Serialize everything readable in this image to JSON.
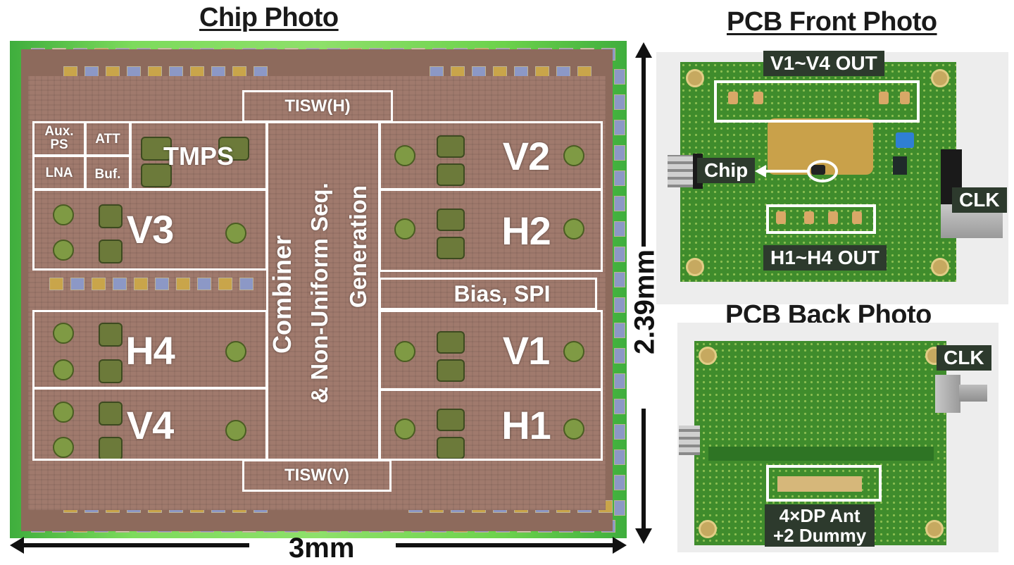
{
  "chip_section": {
    "title": "Chip Photo",
    "blocks": {
      "tisw_h": "TISW(H)",
      "tisw_v": "TISW(V)",
      "aux_ps_line1": "Aux.",
      "aux_ps_line2": "PS",
      "att": "ATT",
      "lna": "LNA",
      "buf": "Buf.",
      "tmps": "TMPS",
      "v2": "V2",
      "v3": "V3",
      "h2": "H2",
      "bias_spi": "Bias, SPI",
      "h4": "H4",
      "v1": "V1",
      "v4": "V4",
      "h1": "H1",
      "combiner_col1": "Combiner",
      "combiner_col2": "& Non-Uniform Seq.",
      "combiner_col3": "Generation"
    },
    "width_dim": "3mm",
    "height_dim": "2.39mm"
  },
  "pcb_front": {
    "title": "PCB Front Photo",
    "v_out": "V1~V4 OUT",
    "h_out": "H1~H4 OUT",
    "chip": "Chip",
    "clk": "CLK"
  },
  "pcb_back": {
    "title": "PCB Back Photo",
    "clk": "CLK",
    "ant_line1": "4×DP Ant",
    "ant_line2": "+2 Dummy"
  },
  "colors": {
    "chip_border_green": "#6cd24c",
    "chip_die": "#9a7468",
    "pcb_green": "#3f8c2c",
    "annotation_box": "#ffffff",
    "label_dark": "#2d3a2d"
  }
}
